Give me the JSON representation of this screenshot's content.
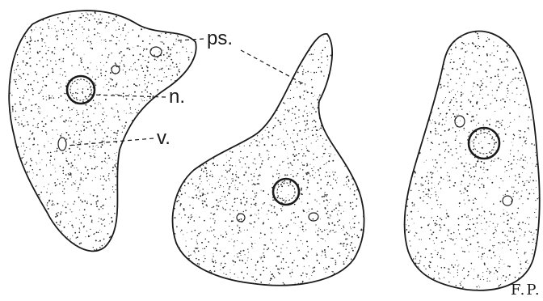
{
  "labels": {
    "pseudopod": "ps.",
    "nucleus": "n.",
    "vacuole": "v."
  },
  "signature": "F.P.",
  "colors": {
    "ink": "#1a1a1a",
    "paper": "#ffffff"
  }
}
